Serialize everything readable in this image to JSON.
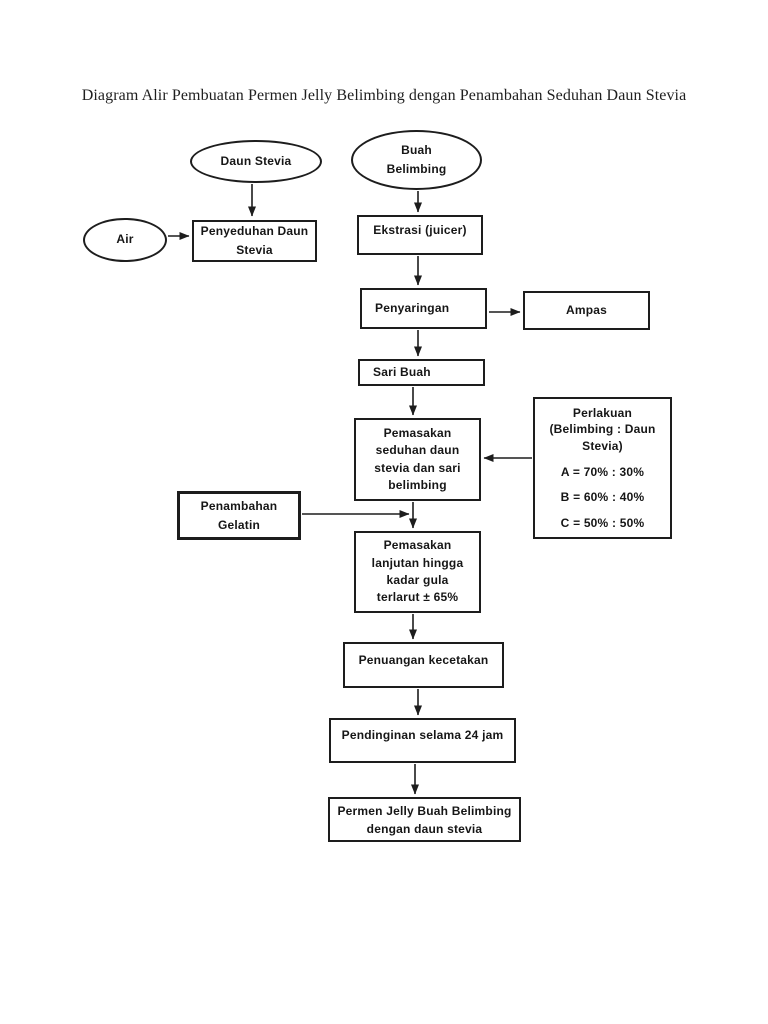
{
  "title": "Diagram Alir Pembuatan Permen Jelly Belimbing dengan Penambahan Seduhan Daun Stevia",
  "colors": {
    "ink": "#1d1d1d",
    "background": "#ffffff"
  },
  "nodes": {
    "daun_stevia": {
      "shape": "ellipse",
      "label": "Daun Stevia"
    },
    "buah_belimbing": {
      "shape": "ellipse",
      "line1": "Buah",
      "line2": "Belimbing"
    },
    "air": {
      "shape": "ellipse",
      "label": "Air"
    },
    "penyeduhan_daun_stevia": {
      "shape": "rect",
      "line1": "Penyeduhan Daun",
      "line2": "Stevia"
    },
    "ekstrasi": {
      "shape": "rect",
      "label": "Ekstrasi (juicer)"
    },
    "penyaringan": {
      "shape": "rect",
      "label": "Penyaringan"
    },
    "ampas": {
      "shape": "rect",
      "label": "Ampas"
    },
    "sari_buah": {
      "shape": "rect",
      "label": "Sari Buah"
    },
    "pemasakan_seduhan": {
      "shape": "rect",
      "line1": "Pemasakan",
      "line2": "seduhan daun",
      "line3": "stevia dan sari",
      "line4": "belimbing"
    },
    "perlakuan": {
      "shape": "rect",
      "line1": "Perlakuan",
      "line2": "(Belimbing : Daun",
      "line3": "Stevia)",
      "option_a": "A = 70% : 30%",
      "option_b": "B = 60% : 40%",
      "option_c": "C = 50% : 50%"
    },
    "penambahan_gelatin": {
      "shape": "rect",
      "line1": "Penambahan",
      "line2": "Gelatin"
    },
    "pemasakan_lanjutan": {
      "shape": "rect",
      "line1": "Pemasakan",
      "line2": "lanjutan hingga",
      "line3": "kadar gula",
      "line4": "terlarut ± 65%"
    },
    "penuangan_kecetakan": {
      "shape": "rect",
      "label": "Penuangan kecetakan"
    },
    "pendinginan": {
      "shape": "rect",
      "label": "Pendinginan selama 24 jam"
    },
    "permen_jelly": {
      "shape": "rect",
      "line1": "Permen Jelly Buah Belimbing",
      "line2": "dengan daun stevia"
    }
  },
  "edges": [
    {
      "from": "daun_stevia",
      "to": "penyeduhan_daun_stevia"
    },
    {
      "from": "air",
      "to": "penyeduhan_daun_stevia"
    },
    {
      "from": "buah_belimbing",
      "to": "ekstrasi"
    },
    {
      "from": "ekstrasi",
      "to": "penyaringan"
    },
    {
      "from": "penyaringan",
      "to": "ampas"
    },
    {
      "from": "penyaringan",
      "to": "sari_buah"
    },
    {
      "from": "sari_buah",
      "to": "pemasakan_seduhan"
    },
    {
      "from": "perlakuan",
      "to": "pemasakan_seduhan"
    },
    {
      "from": "penambahan_gelatin",
      "to": "pemasakan_lanjutan"
    },
    {
      "from": "pemasakan_seduhan",
      "to": "pemasakan_lanjutan"
    },
    {
      "from": "pemasakan_lanjutan",
      "to": "penuangan_kecetakan"
    },
    {
      "from": "penuangan_kecetakan",
      "to": "pendinginan"
    },
    {
      "from": "pendinginan",
      "to": "permen_jelly"
    }
  ]
}
